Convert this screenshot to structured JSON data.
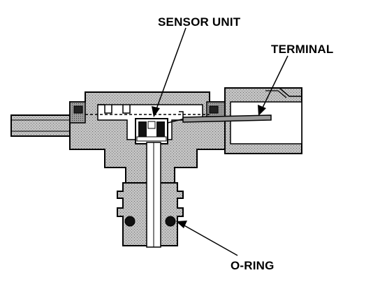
{
  "labels": {
    "sensor_unit": "SENSOR UNIT",
    "terminal": "TERMINAL",
    "o_ring": "O-RING"
  },
  "colors": {
    "housing_fill": "#b9b9b9",
    "outline": "#000000",
    "background": "#ffffff"
  }
}
